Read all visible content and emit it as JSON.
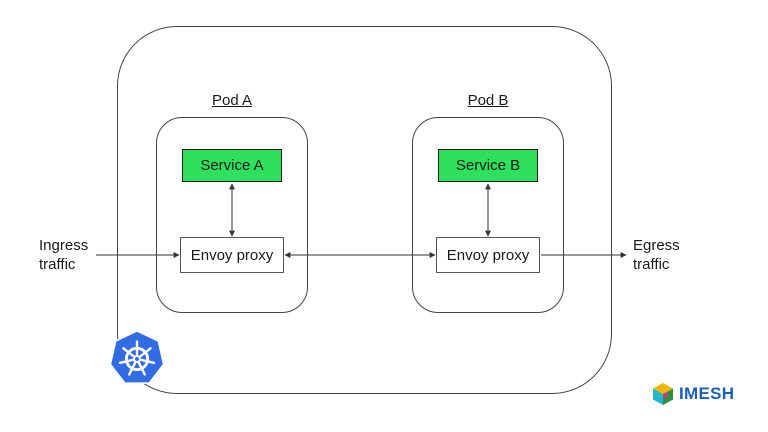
{
  "pod_a": {
    "title": "Pod A",
    "service": "Service A",
    "proxy": "Envoy proxy"
  },
  "pod_b": {
    "title": "Pod B",
    "service": "Service B",
    "proxy": "Envoy proxy"
  },
  "ingress": {
    "line1": "Ingress",
    "line2": "traffic"
  },
  "egress": {
    "line1": "Egress",
    "line2": "traffic"
  },
  "brand": {
    "name": "IMESH"
  },
  "colors": {
    "service_fill": "#2de05e",
    "k8s_blue": "#326ce5",
    "imesh_blue": "#1d5fb8"
  },
  "icons": {
    "cluster_logo": "kubernetes-icon",
    "brand_logo": "imesh-logo-icon"
  }
}
